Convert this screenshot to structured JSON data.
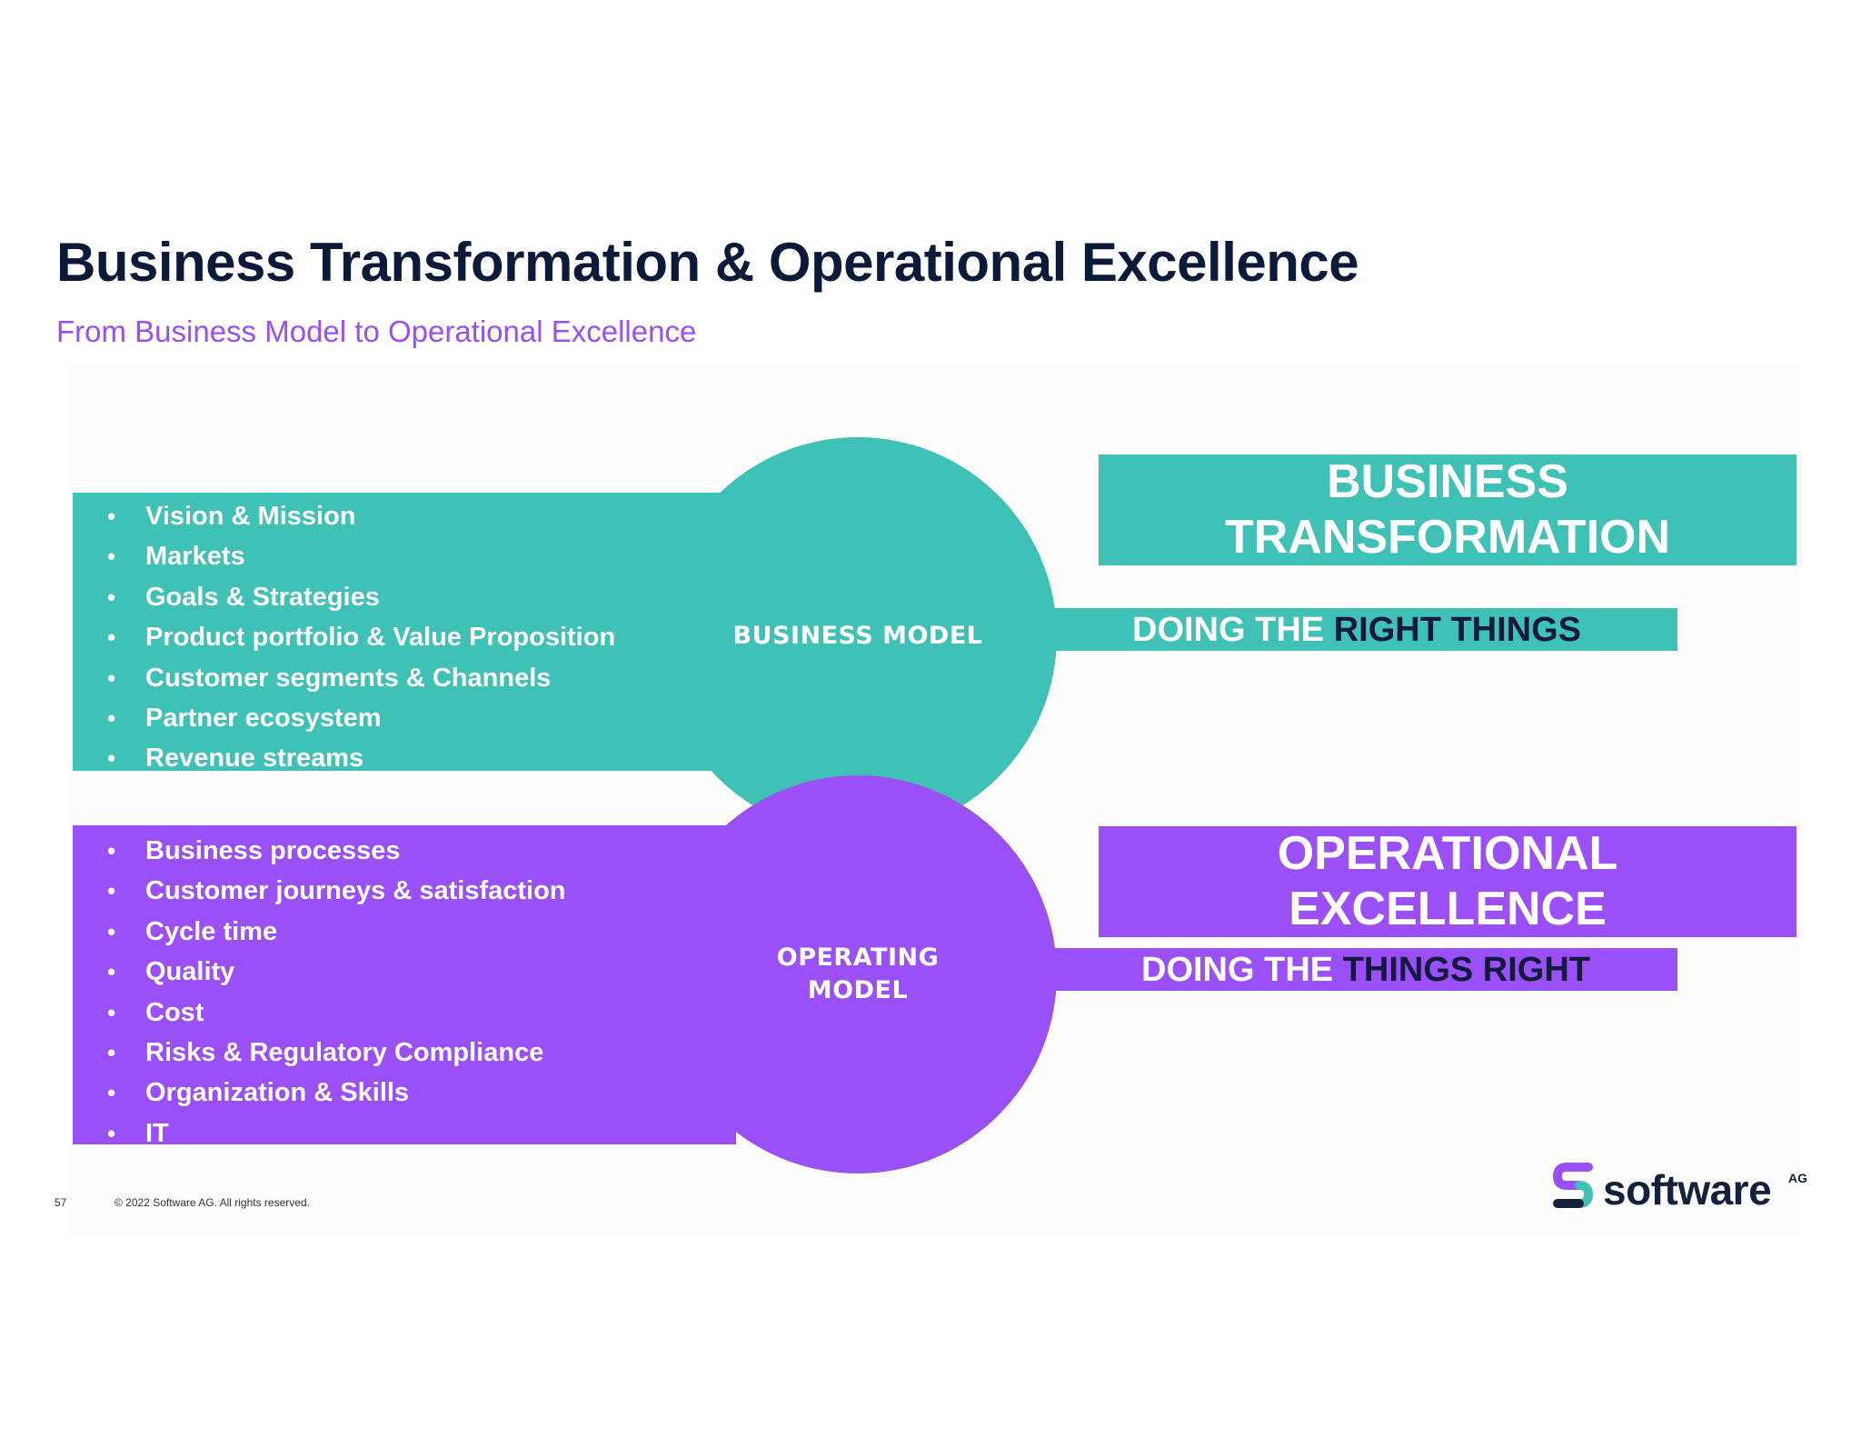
{
  "slide": {
    "title": "Business Transformation & Operational Excellence",
    "subtitle": "From Business Model to Operational Excellence"
  },
  "business": {
    "items": [
      "Vision & Mission",
      "Markets",
      "Goals & Strategies",
      "Product portfolio & Value Proposition",
      "Customer segments & Channels",
      "Partner ecosystem",
      "Revenue streams"
    ],
    "circle_label": "BUSINESS MODEL",
    "box_line1": "BUSINESS",
    "box_line2": "TRANSFORMATION",
    "tag_light": "DOING THE ",
    "tag_dark": "RIGHT THINGS"
  },
  "operating": {
    "items": [
      "Business processes",
      "Customer journeys & satisfaction",
      "Cycle time",
      "Quality",
      "Cost",
      "Risks & Regulatory Compliance",
      "Organization & Skills",
      "IT"
    ],
    "circle_label": "OPERATING MODEL",
    "box_line1": "OPERATIONAL",
    "box_line2": "EXCELLENCE",
    "tag_light": "DOING THE ",
    "tag_dark": "THINGS RIGHT"
  },
  "bullet_char": "•",
  "footer": {
    "page_number": "57",
    "copyright": "© 2022 Software AG. All rights reserved."
  },
  "logo": {
    "name": "software",
    "superscript": "AG",
    "icon": "software-ag-s-logo-icon"
  },
  "colors": {
    "teal": "#3fc1b5",
    "purple": "#9b4ff6",
    "navy": "#0b1a38",
    "subtitle": "#9a4ff0"
  }
}
